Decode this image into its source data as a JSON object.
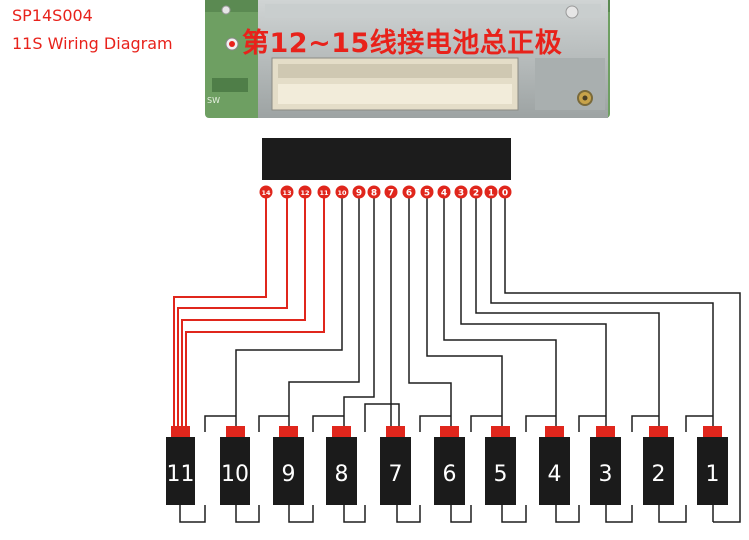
{
  "header": {
    "model": "SP14S004",
    "subtitle": "11S Wiring Diagram",
    "instruction_cn": "第12~15线接电池总正极"
  },
  "board": {
    "silkscreen_label": "SW"
  },
  "connector": {
    "pins": [
      "14",
      "13",
      "12",
      "11",
      "10",
      "9",
      "8",
      "7",
      "6",
      "5",
      "4",
      "3",
      "2",
      "1",
      "0"
    ],
    "red_pins": [
      "14",
      "13",
      "12",
      "11"
    ]
  },
  "cells": [
    "11",
    "10",
    "9",
    "8",
    "7",
    "6",
    "5",
    "4",
    "3",
    "2",
    "1"
  ],
  "colors": {
    "title_red": "#e8221b",
    "wire_red": "#e0261c",
    "wire_black": "#1e1e1e",
    "connector_body": "#1c1c1c",
    "cell_body": "#1b1b1b",
    "cell_terminal": "#e0261c",
    "board_green": "#6c9f60",
    "board_metal": "#b7bcbc"
  }
}
